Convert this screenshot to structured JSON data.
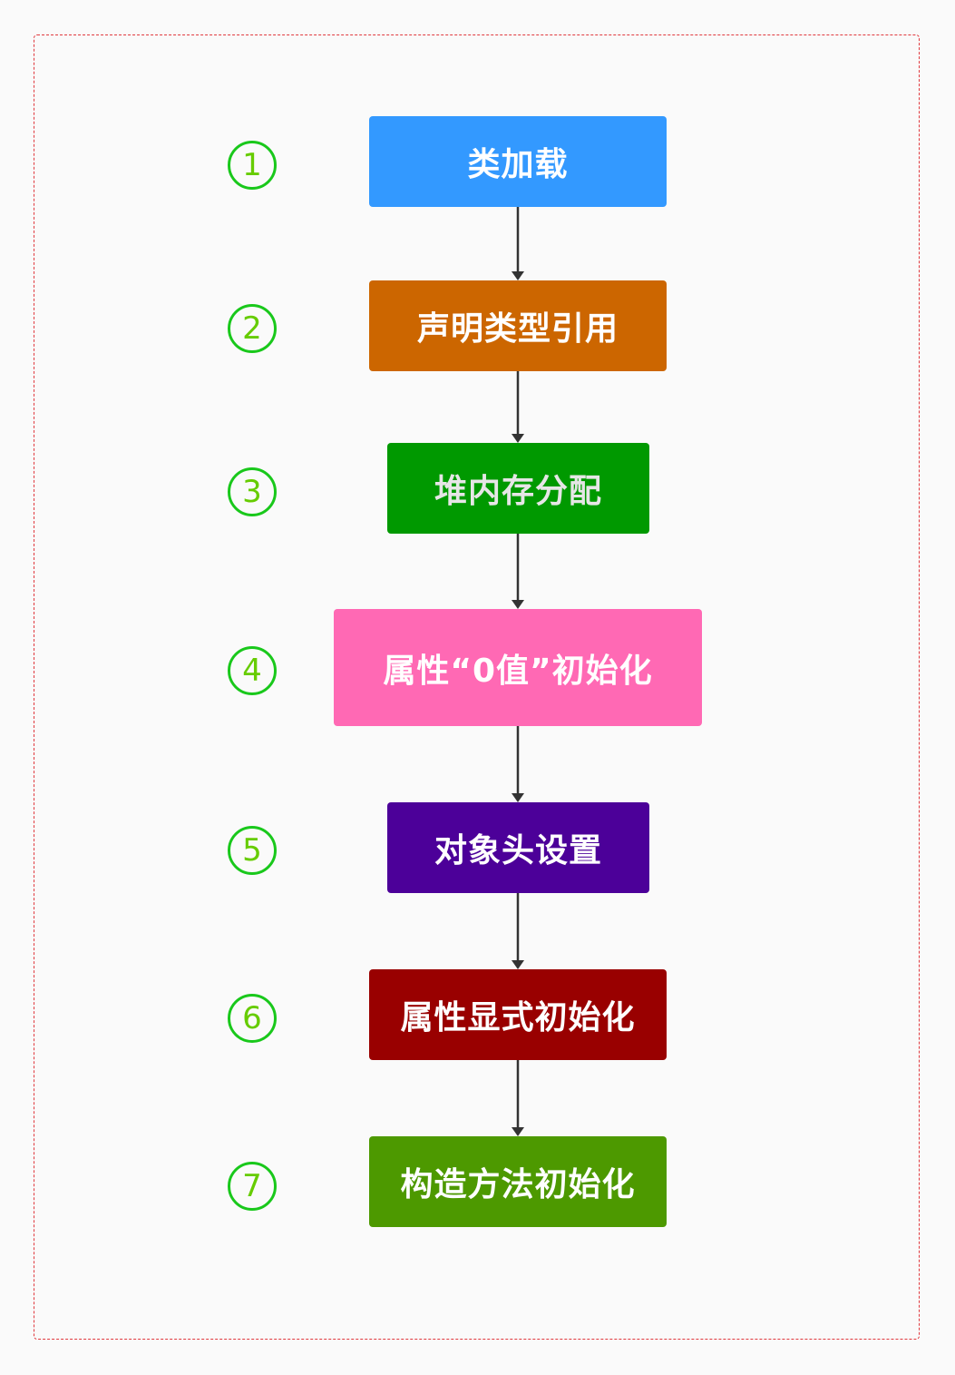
{
  "steps": [
    {
      "num": "1",
      "label": "类加载",
      "color": "#3399ff",
      "text_color": "#ffffff"
    },
    {
      "num": "2",
      "label": "声明类型引用",
      "color": "#cc6600",
      "text_color": "#ffffff"
    },
    {
      "num": "3",
      "label": "堆内存分配",
      "color": "#009900",
      "text_color": "#e6e6e6"
    },
    {
      "num": "4",
      "label": "属性“0值”初始化",
      "color": "#ff69b4",
      "text_color": "#ffffff"
    },
    {
      "num": "5",
      "label": "对象头设置",
      "color": "#4c0099",
      "text_color": "#ffffff"
    },
    {
      "num": "6",
      "label": "属性显式初始化",
      "color": "#990000",
      "text_color": "#ffffff"
    },
    {
      "num": "7",
      "label": "构造方法初始化",
      "color": "#4d9900",
      "text_color": "#ffffff"
    }
  ]
}
